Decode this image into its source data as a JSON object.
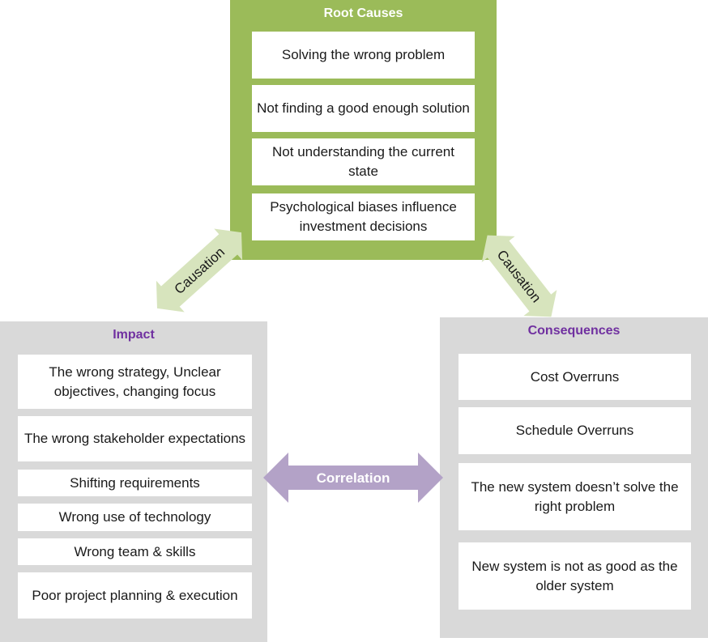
{
  "root_causes": {
    "title": "Root Causes",
    "items": [
      "Solving the wrong problem",
      "Not finding a good enough solution",
      "Not understanding the current state",
      "Psychological biases influence investment decisions"
    ]
  },
  "impact": {
    "title": "Impact",
    "items": [
      "The wrong strategy, Unclear objectives, changing focus",
      "The wrong stakeholder expectations",
      "Shifting requirements",
      "Wrong use of technology",
      "Wrong team & skills",
      "Poor project planning & execution"
    ]
  },
  "consequences": {
    "title": "Consequences",
    "items": [
      "Cost Overruns",
      "Schedule Overruns",
      "The new system doesn’t solve the right problem",
      "New system is not as good as the older system"
    ]
  },
  "arrows": {
    "left_causation": "Causation",
    "right_causation": "Causation",
    "correlation": "Correlation"
  },
  "colors": {
    "green": "#9bbb59",
    "gray": "#d9d9d9",
    "purple": "#7030a0",
    "arrow_green": "#d7e4bd",
    "arrow_purple": "#b3a2c7"
  }
}
